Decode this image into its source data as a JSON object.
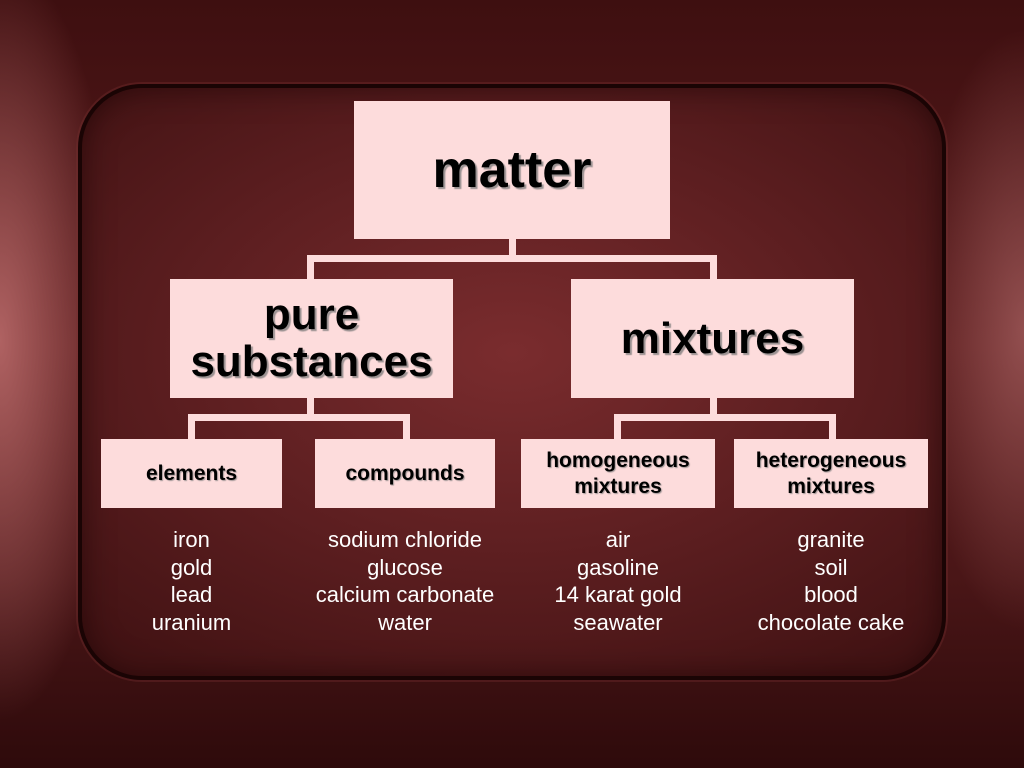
{
  "diagram": {
    "root": {
      "label": "matter"
    },
    "branches": [
      {
        "label": "pure\nsubstances",
        "children": [
          {
            "label": "elements",
            "examples": [
              "iron",
              "gold",
              "lead",
              "uranium"
            ]
          },
          {
            "label": "compounds",
            "examples": [
              "sodium chloride",
              "glucose",
              "calcium carbonate",
              "water"
            ]
          }
        ]
      },
      {
        "label": "mixtures",
        "children": [
          {
            "label": "homogeneous\nmixtures",
            "examples": [
              "air",
              "gasoline",
              "14 karat gold",
              "seawater"
            ]
          },
          {
            "label": "heterogeneous\nmixtures",
            "examples": [
              "granite",
              "soil",
              "blood",
              "chocolate cake"
            ]
          }
        ]
      }
    ]
  },
  "colors": {
    "box_fill": "#fddcdc",
    "connector": "#fddcdc",
    "example_text": "#ffffff",
    "panel_border": "#1a0404"
  }
}
